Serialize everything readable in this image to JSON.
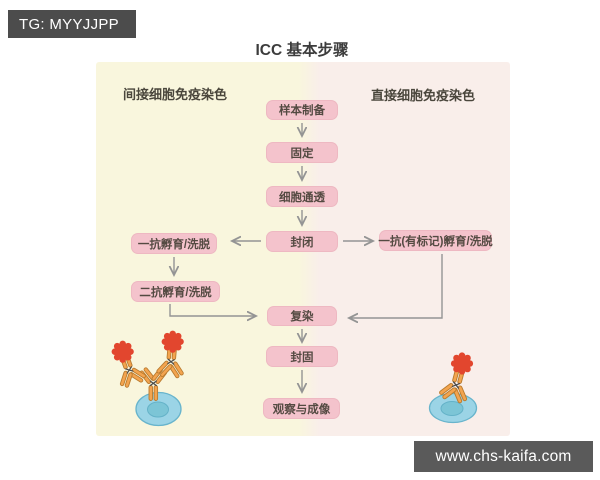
{
  "badges": {
    "top_left": "TG: MYYJJPP",
    "bottom_right": "www.chs-kaifa.com"
  },
  "title": "ICC 基本步骤",
  "sections": {
    "indirect_header": "间接细胞免疫染色",
    "direct_header": "直接细胞免疫染色"
  },
  "flow": {
    "main_steps": [
      "样本制备",
      "固定",
      "细胞通透",
      "封闭",
      "复染",
      "封固",
      "观察与成像"
    ],
    "indirect_steps": [
      "一抗孵育/洗脱",
      "二抗孵育/洗脱"
    ],
    "direct_steps": [
      "一抗(有标记)孵育/洗脱"
    ]
  },
  "colors": {
    "step_box_fill": "#f4c3cc",
    "panel_left_bg": "#f9f6dd",
    "panel_right_bg": "#f9eeea",
    "arrow": "#949494",
    "top_badge_bg": "#4c4c4c",
    "footer_badge_bg": "#5a5a5a",
    "antibody_orange": "#f3a44f",
    "fluorophore_red": "#e2462e",
    "cell_blue": "#9bd4e6"
  }
}
